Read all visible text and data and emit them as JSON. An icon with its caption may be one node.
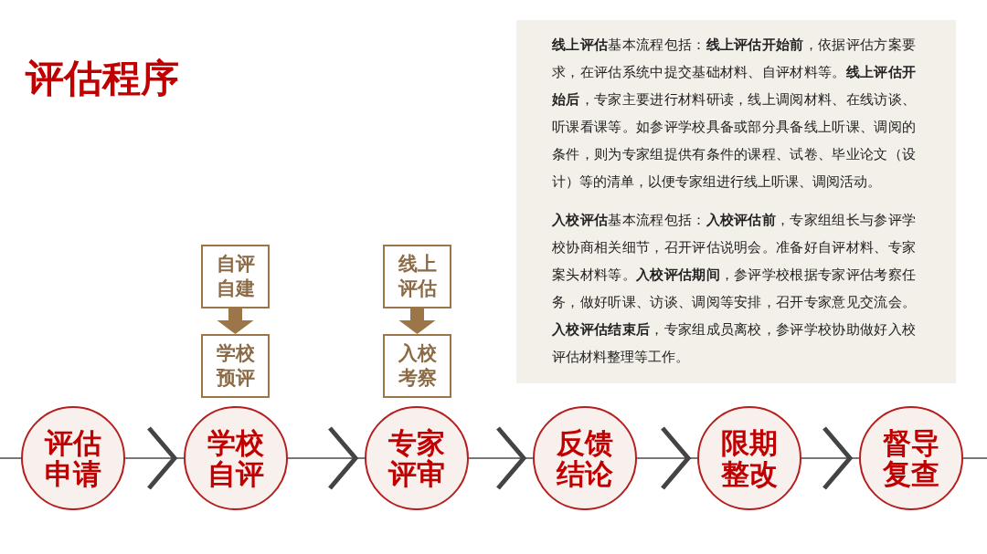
{
  "diagram": {
    "title": "评估程序",
    "nodes": [
      {
        "text": [
          "评估申请"
        ]
      },
      {
        "text": [
          "学校自评"
        ]
      },
      {
        "text": [
          "专家评审"
        ]
      },
      {
        "text": [
          "反馈结论"
        ]
      },
      {
        "text": [
          "限期整改"
        ]
      },
      {
        "text": [
          "督导复查"
        ]
      },
      {
        "text": [
          "自评自建"
        ]
      },
      {
        "text": [
          "学校预评"
        ]
      },
      {
        "text": [
          "线上评估"
        ]
      },
      {
        "text": [
          "入校考察"
        ]
      },
      {
        "text": [
          "**线上评估**基本流程包括：**线上评估开始前**，依据评估方案要求，在评估系统中提交基础材料、自评材料等。**线上评估开始后**，专家主要进行材料研读，线上调阅材料、在线访谈、听课看课等。如参评学校具备或部分具备线上听课、调阅的条件，则为专家组提供有条件的课程、试卷、毕业论文（设计）等的清单，以便专家组进行线上听课、调阅活动。",
          "**入校评估**基本流程包括：**入校评估前**，专家组组长与参评学校协商相关细节，召开评估说明会。准备好自评材料、专家案头材料等。**入校评估期间**，参评学校根据专家评估考察任务，做好听课、访谈、调阅等安排，召开专家意见交流会。**入校评估结束后**，专家组成员离校，参评学校协助做好入校评估材料整理等工作。"
        ]
      }
    ],
    "edges": [
      {
        "from": 0,
        "to": 1,
        "arrow": "to"
      },
      {
        "from": 1,
        "to": 2,
        "arrow": "to"
      },
      {
        "from": 2,
        "to": 3,
        "arrow": "to"
      },
      {
        "from": 3,
        "to": 4,
        "arrow": "to"
      },
      {
        "from": 4,
        "to": 5,
        "arrow": "to"
      },
      {
        "from": 6,
        "to": 7,
        "arrow": "to",
        "style": "thick",
        "color": "#9c7548"
      },
      {
        "from": 8,
        "to": 9,
        "arrow": "to",
        "style": "thick",
        "color": "#9c7548"
      }
    ]
  }
}
